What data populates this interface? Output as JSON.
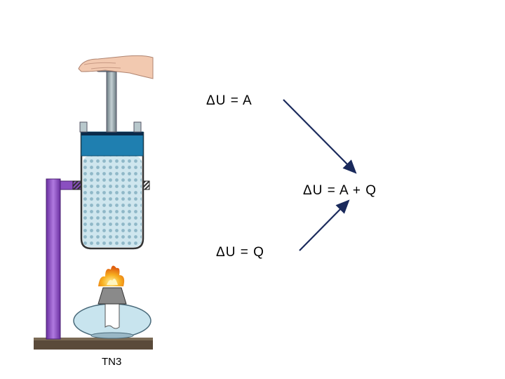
{
  "equations": {
    "work": "ΔU = A",
    "combined": "ΔU = A + Q",
    "heat": "ΔU = Q"
  },
  "caption": "TN3",
  "colors": {
    "arrow": "#1a2a5c",
    "stand_rod": "#8a4fc0",
    "piston": "#1f7fb0",
    "water": "#bfe0ea",
    "flame": "#f0a020",
    "ground": "#5a4a3a"
  },
  "icons": [
    "hand-icon",
    "flame-icon"
  ]
}
